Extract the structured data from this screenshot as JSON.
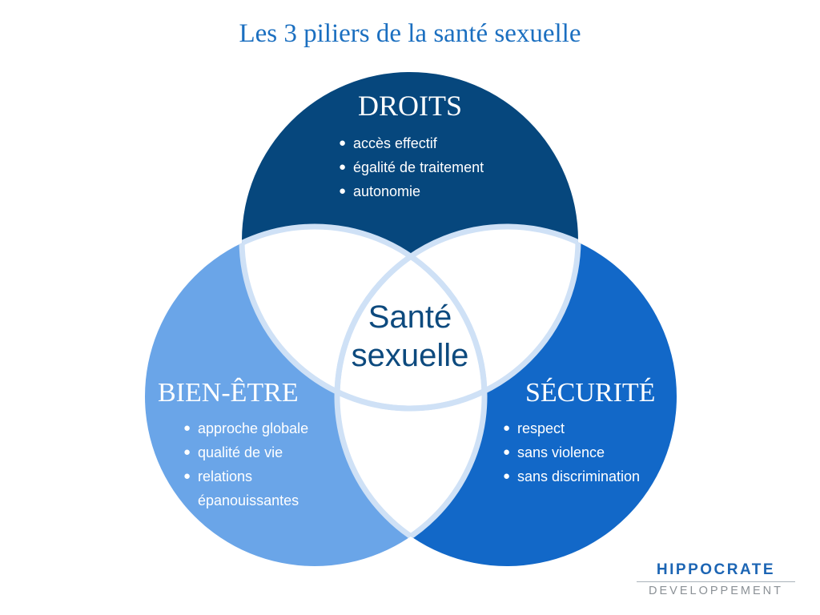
{
  "title": "Les 3 piliers de la santé sexuelle",
  "center": {
    "line1": "Santé",
    "line2": "sexuelle"
  },
  "pillars": {
    "droits": {
      "label": "DROITS",
      "items": [
        "accès effectif",
        "égalité de traitement",
        "autonomie"
      ]
    },
    "bien_etre": {
      "label": "BIEN-ÊTRE",
      "items": [
        "approche globale",
        "qualité de vie",
        "relations épanouissantes"
      ]
    },
    "securite": {
      "label": "SÉCURITÉ",
      "items": [
        "respect",
        "sans violence",
        "sans discrimination"
      ]
    }
  },
  "logo": {
    "name": "HIPPOCRATE",
    "subtitle": "DEVELOPPEMENT"
  },
  "colors": {
    "circle_droits": "#06477d",
    "circle_bien_etre": "#6aa5e8",
    "circle_securite": "#1268c8",
    "intersection_fill": "#ffffff",
    "arc_stroke": "#cfe1f6",
    "title_text": "#1b6fc0",
    "center_text": "#0d4a7e",
    "logo_blue": "#1c65b4",
    "logo_gray": "#8b9196"
  }
}
